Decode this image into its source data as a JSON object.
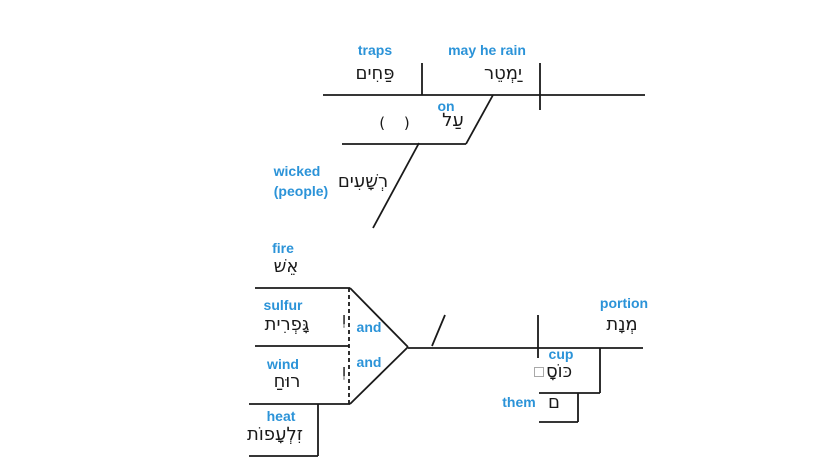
{
  "colors": {
    "gloss_blue": "#2b93d8",
    "ink": "#1a1a1a",
    "placeholder_gray": "#a9a9a9"
  },
  "top_clause": {
    "object": {
      "gloss": "traps",
      "hebrew": "פַּחִים"
    },
    "verb": {
      "gloss": "may he rain",
      "hebrew": "יַמְטֵר"
    },
    "prepositional_phrase": {
      "preposition": {
        "gloss": "on",
        "hebrew": "עַל"
      },
      "elided_noun": "( )",
      "adjective": {
        "gloss_line1": "wicked",
        "gloss_line2": "(people)",
        "hebrew": "רְשָׁעִים"
      }
    }
  },
  "bottom_clause": {
    "subjects": [
      {
        "gloss": "fire",
        "hebrew": "אֵשׁ"
      },
      {
        "gloss": "sulfur",
        "hebrew": "גָּפְרִית"
      },
      {
        "gloss": "wind",
        "hebrew": "רוּחַ"
      }
    ],
    "conjunctions": [
      {
        "gloss": "and",
        "hebrew": "וְ"
      },
      {
        "gloss": "and",
        "hebrew": "וְ"
      }
    ],
    "construct_modifier": {
      "gloss": "heat",
      "hebrew": "זִלְעָפוֹת"
    },
    "predicate_noun": {
      "gloss": "portion",
      "hebrew": "מְנָת"
    },
    "genitive": {
      "gloss": "cup",
      "hebrew": "כּוֹסָ"
    },
    "pronominal_suffix": {
      "gloss": "them",
      "hebrew": "ם"
    }
  }
}
